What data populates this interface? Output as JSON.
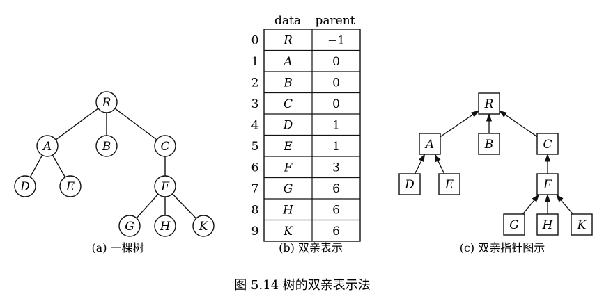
{
  "tree": {
    "nodes": [
      "R",
      "A",
      "B",
      "C",
      "D",
      "E",
      "F",
      "G",
      "H",
      "K"
    ],
    "parents": [
      -1,
      0,
      0,
      0,
      1,
      1,
      3,
      6,
      6,
      6
    ]
  },
  "table": {
    "headers": {
      "data": "data",
      "parent": "parent"
    },
    "rows": [
      {
        "index": "0",
        "data": "R",
        "parent": "−1"
      },
      {
        "index": "1",
        "data": "A",
        "parent": "0"
      },
      {
        "index": "2",
        "data": "B",
        "parent": "0"
      },
      {
        "index": "3",
        "data": "C",
        "parent": "0"
      },
      {
        "index": "4",
        "data": "D",
        "parent": "1"
      },
      {
        "index": "5",
        "data": "E",
        "parent": "1"
      },
      {
        "index": "6",
        "data": "F",
        "parent": "3"
      },
      {
        "index": "7",
        "data": "G",
        "parent": "6"
      },
      {
        "index": "8",
        "data": "H",
        "parent": "6"
      },
      {
        "index": "9",
        "data": "K",
        "parent": "6"
      }
    ]
  },
  "captions": {
    "a": "(a) 一棵树",
    "b": "(b) 双亲表示",
    "c": "(c) 双亲指针图示",
    "figure": "图 5.14   树的双亲表示法"
  }
}
